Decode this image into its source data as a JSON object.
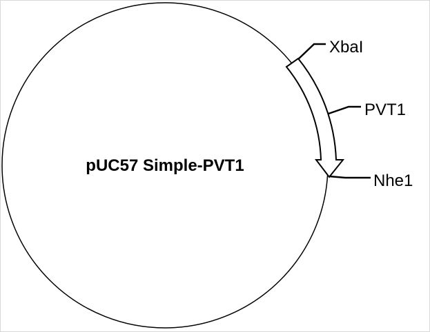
{
  "plasmid": {
    "name": "pUC57 Simple-PVT1",
    "features": [
      {
        "label": "XbaI",
        "type": "restriction-site"
      },
      {
        "label": "PVT1",
        "type": "insert"
      },
      {
        "label": "Nhe1",
        "type": "restriction-site"
      }
    ]
  },
  "colors": {
    "stroke": "#000000",
    "background": "#ffffff"
  }
}
